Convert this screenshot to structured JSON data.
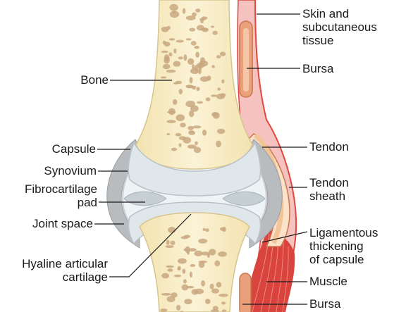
{
  "labels": {
    "skin": "Skin and\nsubcutaneous\ntissue",
    "bursa_top": "Bursa",
    "bone": "Bone",
    "capsule": "Capsule",
    "tendon": "Tendon",
    "synovium": "Synovium",
    "fibrocartilage": "Fibrocartilage\npad",
    "tendon_sheath": "Tendon\nsheath",
    "joint_space": "Joint space",
    "ligamentous": "Ligamentous\nthickening\nof capsule",
    "hyaline": "Hyaline articular\ncartilage",
    "muscle": "Muscle",
    "bursa_bottom": "Bursa"
  },
  "colors": {
    "bone": "#f6ecc2",
    "bone_pores": "#c9a880",
    "cartilage": "#e6eef2",
    "capsule": "#b9bcbe",
    "synovium_fluid": "#eef3f6",
    "skin": "#f4b9b6",
    "skin_line": "#e1493f",
    "tendon": "#fbe6cf",
    "muscle": "#d9443e",
    "bursa": "#e9a079"
  }
}
